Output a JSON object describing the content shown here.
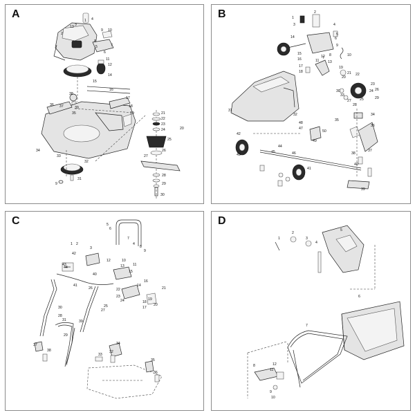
{
  "panels": [
    {
      "id": "A",
      "label": "A"
    },
    {
      "id": "B",
      "label": "B"
    },
    {
      "id": "C",
      "label": "C"
    },
    {
      "id": "D",
      "label": "D"
    }
  ],
  "callouts": {
    "A": [
      "1",
      "13",
      "3",
      "4",
      "2",
      "8",
      "9",
      "10",
      "5",
      "6",
      "7",
      "11",
      "12",
      "14",
      "15",
      "16",
      "17",
      "18",
      "19",
      "20",
      "36",
      "37",
      "38",
      "39",
      "35",
      "34",
      "33",
      "32",
      "31",
      "9",
      "21",
      "22",
      "23",
      "24",
      "25",
      "26",
      "27",
      "28",
      "29",
      "30"
    ],
    "B": [
      "1",
      "2",
      "3",
      "4",
      "5",
      "6",
      "14",
      "15",
      "16",
      "7",
      "8",
      "9",
      "10",
      "11",
      "12",
      "13",
      "17",
      "18",
      "19",
      "20",
      "21",
      "22",
      "23",
      "24",
      "25",
      "26",
      "27",
      "28",
      "29",
      "30",
      "31",
      "32",
      "33",
      "34",
      "35",
      "36",
      "37",
      "38",
      "39",
      "40",
      "41",
      "42",
      "43",
      "44",
      "45",
      "46",
      "47",
      "48",
      "49",
      "50"
    ],
    "C": [
      "1",
      "2",
      "3",
      "4",
      "5",
      "6",
      "7",
      "8",
      "9",
      "10",
      "11",
      "12",
      "13",
      "14",
      "15",
      "16",
      "17",
      "18",
      "19",
      "20",
      "21",
      "22",
      "23",
      "24",
      "25",
      "26",
      "27",
      "28",
      "29",
      "30",
      "31",
      "32",
      "33",
      "34",
      "35",
      "36",
      "37",
      "38",
      "39",
      "40",
      "41",
      "42",
      "43",
      "44"
    ],
    "D": [
      "1",
      "2",
      "3",
      "4",
      "5",
      "6",
      "7",
      "8",
      "9",
      "10",
      "11",
      "12"
    ]
  }
}
